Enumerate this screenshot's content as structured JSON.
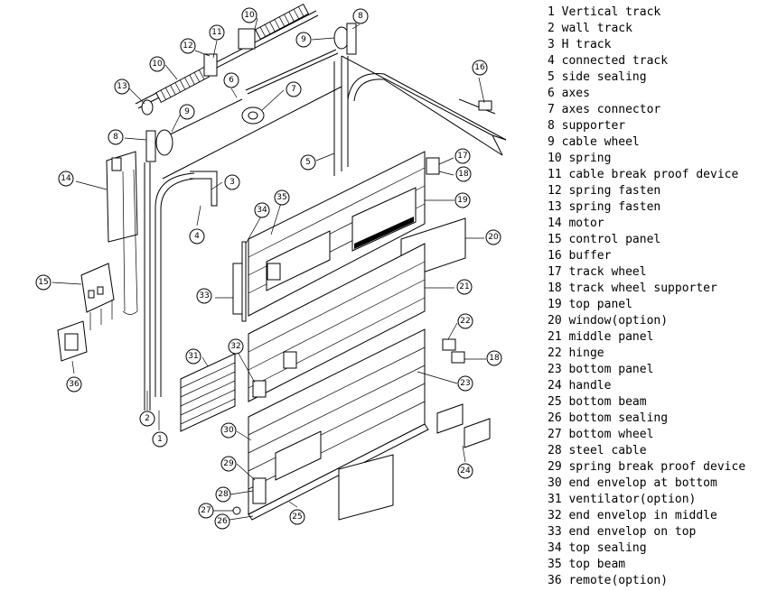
{
  "legend": [
    "1 Vertical track",
    "2 wall track",
    "3 H track",
    "4 connected track",
    "5 side sealing",
    "6 axes",
    "7 axes connector",
    "8 supporter",
    "9 cable wheel",
    "10 spring",
    "11 cable break proof device",
    "12 spring fasten",
    "13 spring fasten",
    "14 motor",
    "15 control panel",
    "16 buffer",
    "17 track wheel",
    "18 track wheel supporter",
    "19 top panel",
    "20 window(option)",
    "21 middle panel",
    "22 hinge",
    "23 bottom panel",
    "24 handle",
    "25 bottom beam",
    "26 bottom sealing",
    "27 bottom wheel",
    "28 steel cable",
    "29 spring break proof device",
    "30 end envelop at bottom",
    "31 ventilator(option)",
    "32 end envelop in middle",
    "33 end envelop on top",
    "34 top sealing",
    "35 top beam",
    "36 remote(option)"
  ],
  "callouts": [
    "10",
    "8",
    "9",
    "12",
    "11",
    "10",
    "13",
    "6",
    "7",
    "9",
    "8",
    "16",
    "5",
    "3",
    "14",
    "4",
    "17",
    "18",
    "35",
    "34",
    "19",
    "20",
    "15",
    "33",
    "21",
    "22",
    "32",
    "31",
    "18",
    "23",
    "30",
    "29",
    "2",
    "1",
    "28",
    "27",
    "26",
    "25",
    "24",
    "36"
  ]
}
